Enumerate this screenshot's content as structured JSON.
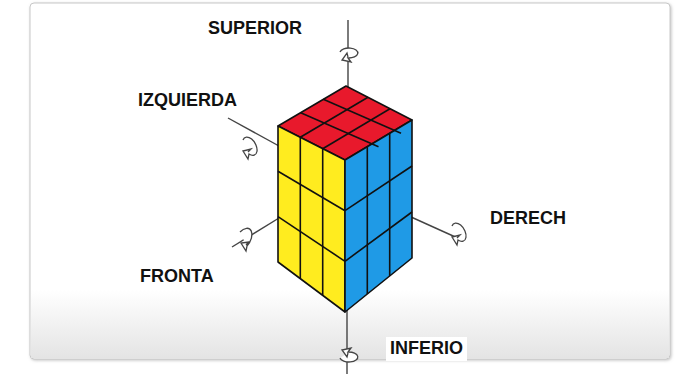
{
  "diagram": {
    "labels": [
      "SUPERIOR",
      "IZQUIERDA",
      "DERECH",
      "FRONTA",
      "INFERIO"
    ]
  }
}
